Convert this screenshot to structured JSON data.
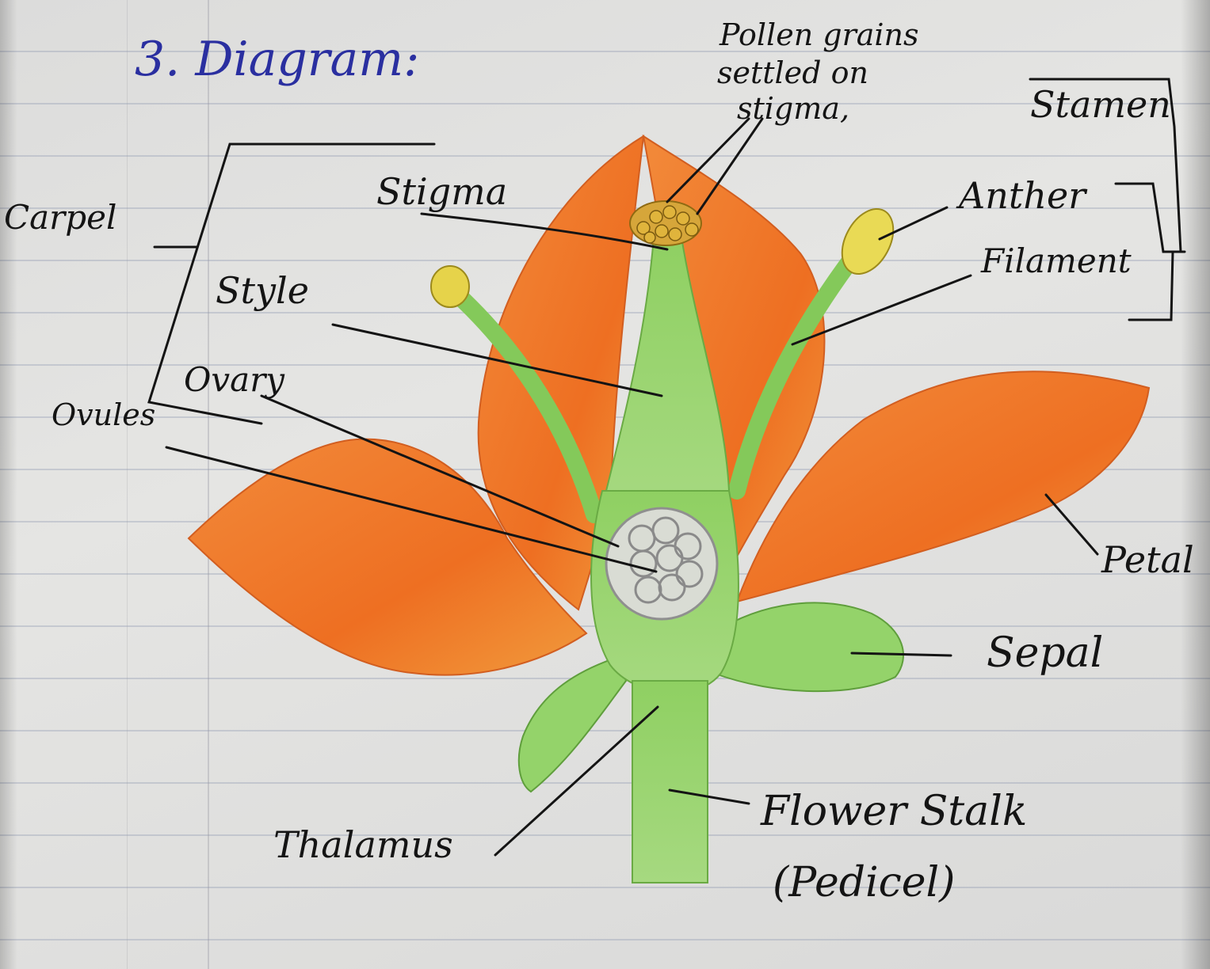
{
  "heading": "3. Diagram:",
  "labels": {
    "pollen_line1": "Pollen grains",
    "pollen_line2": "settled on",
    "pollen_line3": "stigma,",
    "stamen": "Stamen",
    "carpel": "Carpel",
    "stigma": "Stigma",
    "anther": "Anther",
    "filament": "Filament",
    "style": "Style",
    "ovary": "Ovary",
    "ovules": "Ovules",
    "petal": "Petal",
    "sepal": "Sepal",
    "thalamus": "Thalamus",
    "flower_stalk": "Flower Stalk",
    "pedicel": "(Pedicel)"
  },
  "colors": {
    "petal": "#f07a2a",
    "green": "#8fd062",
    "anther": "#e8d54a",
    "ink": "#141414",
    "heading_ink": "#2a2fa0"
  }
}
